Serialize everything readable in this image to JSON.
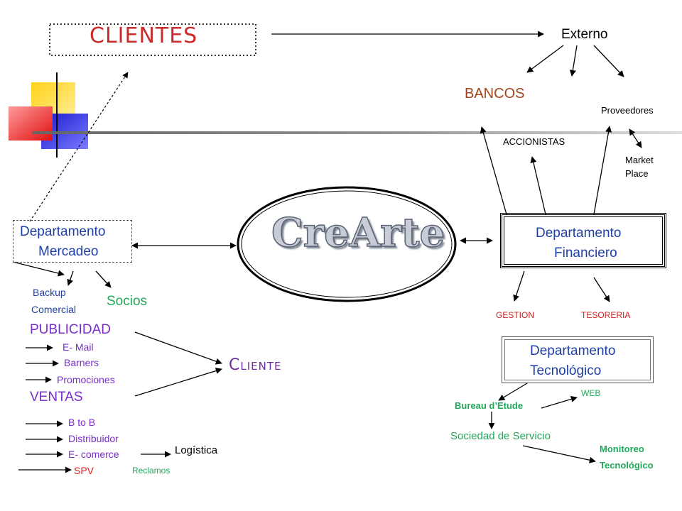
{
  "colors": {
    "clientes": "#cc2b2b",
    "bancos": "#a0441a",
    "blue_text": "#1f3fa6",
    "purple": "#7a2ecc",
    "red": "#d92020",
    "green": "#22a85a",
    "gestion_red": "#cc2222",
    "cliente_title": "#7030a0",
    "logo_fill": "#c8ccd6",
    "logo_outline": "#5a6473"
  },
  "top": {
    "clientes": "CLIENTES",
    "externo": "Externo",
    "bancos": "BANCOS",
    "proveedores": "Proveedores",
    "accionistas": "ACCIONISTAS",
    "market_place_1": "Market",
    "market_place_2": "Place"
  },
  "center": {
    "logo": "CreArte"
  },
  "mercadeo": {
    "title_1": "Departamento",
    "title_2": "Mercadeo",
    "backup_1": "Backup",
    "backup_2": "Comercial",
    "socios": "Socios",
    "publicidad": "PUBLICIDAD",
    "email": "E- Mail",
    "barners": "Barners",
    "promociones": "Promociones",
    "cliente": "Cliente",
    "ventas": "VENTAS",
    "btob": "B to B",
    "distribuidor": "Distribuidor",
    "ecomerce": "E- comerce",
    "logistica": "Logística",
    "spv": "SPV",
    "reclamos": "Reclamos"
  },
  "financiero": {
    "title_1": "Departamento",
    "title_2": "Financiero",
    "gestion": "GESTION",
    "tesoreria": "TESORERIA"
  },
  "tecnologico": {
    "title_1": "Departamento",
    "title_2": "Tecnológico",
    "web": "WEB",
    "bureau": "Bureau d’Etude",
    "sociedad": "Sociedad de Servicio",
    "monitoreo_1": "Monitoreo",
    "monitoreo_2": "Tecnológico"
  }
}
